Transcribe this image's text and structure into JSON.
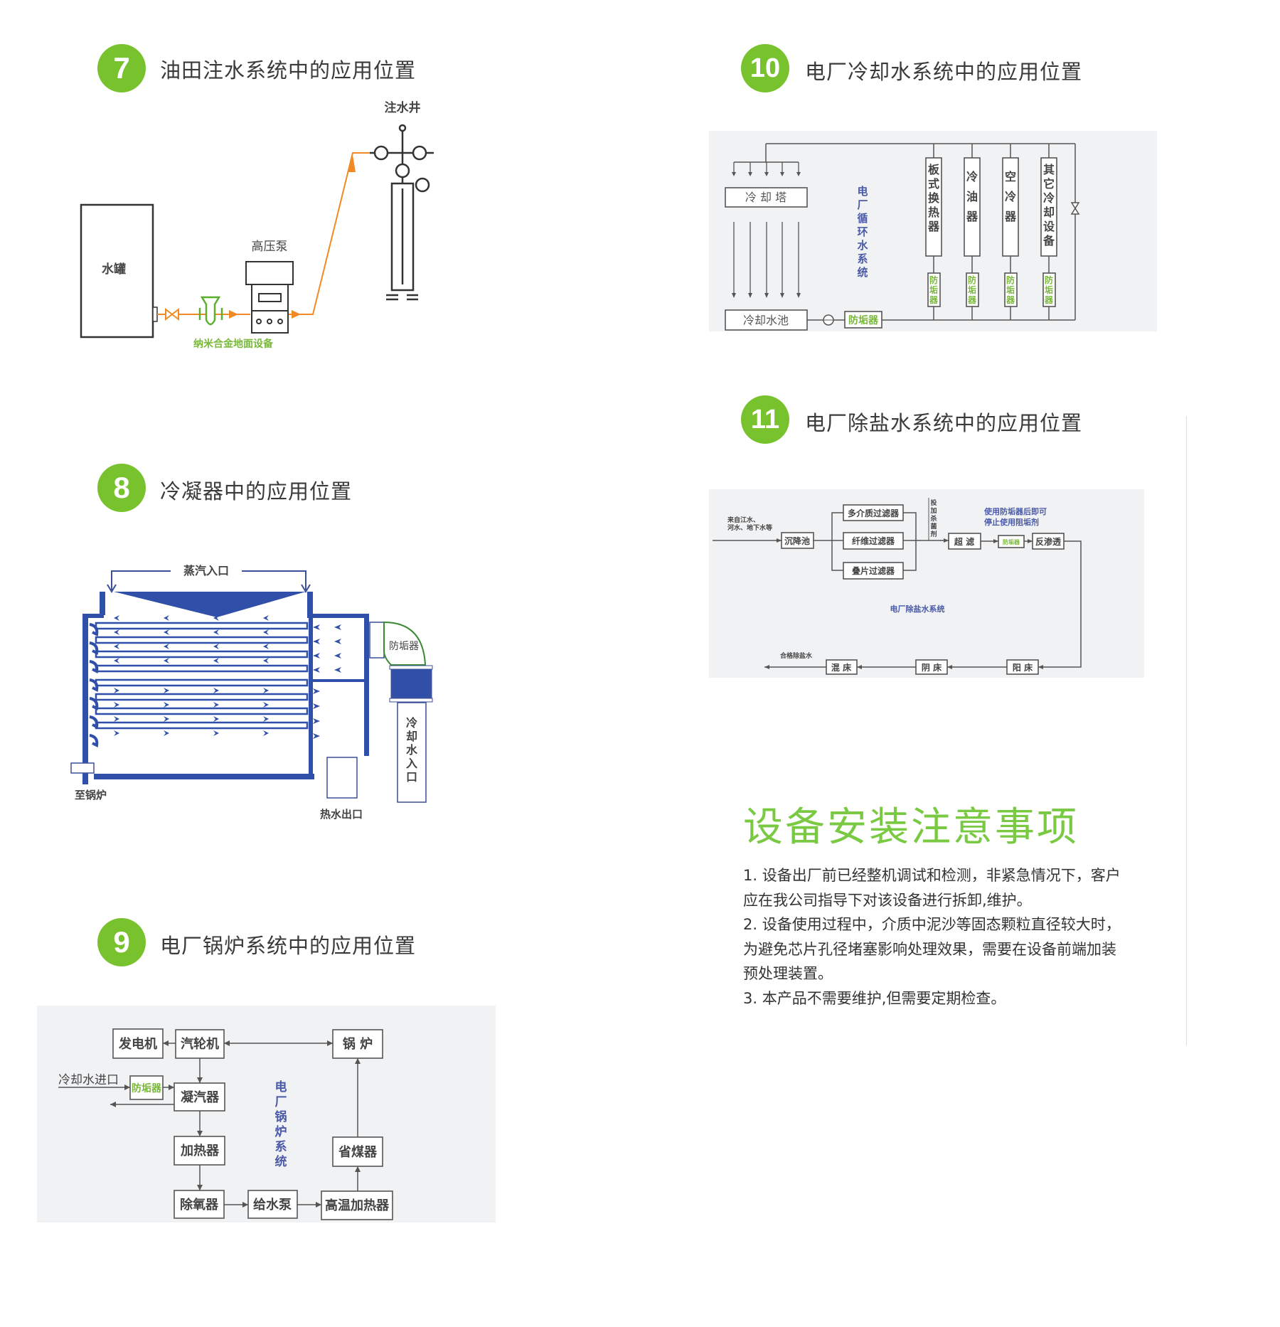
{
  "sections": [
    {
      "number": "7",
      "title": "油田注水系统中的应用位置"
    },
    {
      "number": "8",
      "title": "冷凝器中的应用位置"
    },
    {
      "number": "9",
      "title": "电厂锅炉系统中的应用位置"
    },
    {
      "number": "10",
      "title": "电厂冷却水系统中的应用位置"
    },
    {
      "number": "11",
      "title": "电厂除盐水系统中的应用位置"
    }
  ],
  "oilfield": {
    "well": "注水井",
    "tank": "水罐",
    "pump": "高压泵",
    "device": "纳米合金地面设备"
  },
  "condenser": {
    "steam_inlet": "蒸汽入口",
    "to_boiler": "至锅炉",
    "hot_water_outlet": "热水出口",
    "cooling_inlet": [
      "冷",
      "却",
      "水",
      "入",
      "口"
    ],
    "descaler": "防垢器"
  },
  "boiler": {
    "generator": "发电机",
    "turbine": "汽轮机",
    "boiler": "锅 炉",
    "condenser": "凝汽器",
    "descaler": "防垢器",
    "cooling_inlet": "冷却水进口",
    "heater": "加热器",
    "deaerator": "除氧器",
    "feed_pump": "给水泵",
    "hp_heater": "高温加热器",
    "economizer": "省煤器",
    "system_label": [
      "电",
      "厂",
      "锅",
      "炉",
      "系",
      "统"
    ]
  },
  "cooling": {
    "tower": "冷 却 塔",
    "pool": "冷却水池",
    "descaler": "防垢器",
    "system_label": [
      "电",
      "厂",
      "循",
      "环",
      "水",
      "系",
      "统"
    ],
    "units": [
      [
        "板",
        "式",
        "换",
        "热",
        "器"
      ],
      [
        "冷",
        "油",
        "器"
      ],
      [
        "空",
        "冷",
        "器"
      ],
      [
        "其",
        "它",
        "冷",
        "却",
        "设",
        "备"
      ]
    ],
    "unit_descaler": [
      "防",
      "垢",
      "器"
    ]
  },
  "desalination": {
    "source": [
      "来自江水、",
      "河水、地下水等"
    ],
    "settling": "沉降池",
    "filters": [
      "多介质过滤器",
      "纤维过滤器",
      "叠片过滤器"
    ],
    "dosing": [
      "投",
      "加",
      "杀",
      "菌",
      "剂"
    ],
    "uf": "超 滤",
    "descaler": "防垢器",
    "ro": "反渗透",
    "note": [
      "使用防垢器后即可",
      "停止使用阻垢剂"
    ],
    "system_label": "电厂除盐水系统",
    "cation": "阳 床",
    "anion": "阴 床",
    "mixed": "混 床",
    "output": "合格除盐水"
  },
  "install": {
    "heading": "设备安装注意事项",
    "notes": [
      "1. 设备出厂前已经整机调试和检测，非紧急情况下，客户应在我公司指导下对该设备进行拆卸,维护。",
      "2.  设备使用过程中，介质中泥沙等固态颗粒直径较大时，为避免芯片孔径堵塞影响处理效果，需要在设备前端加装 预处理装置。",
      "3. 本产品不需要维护,但需要定期检查。"
    ]
  },
  "colors": {
    "accent_green": "#78c22e",
    "diagram_blue": "#2f4fa9",
    "flow_orange": "#f08a24"
  }
}
